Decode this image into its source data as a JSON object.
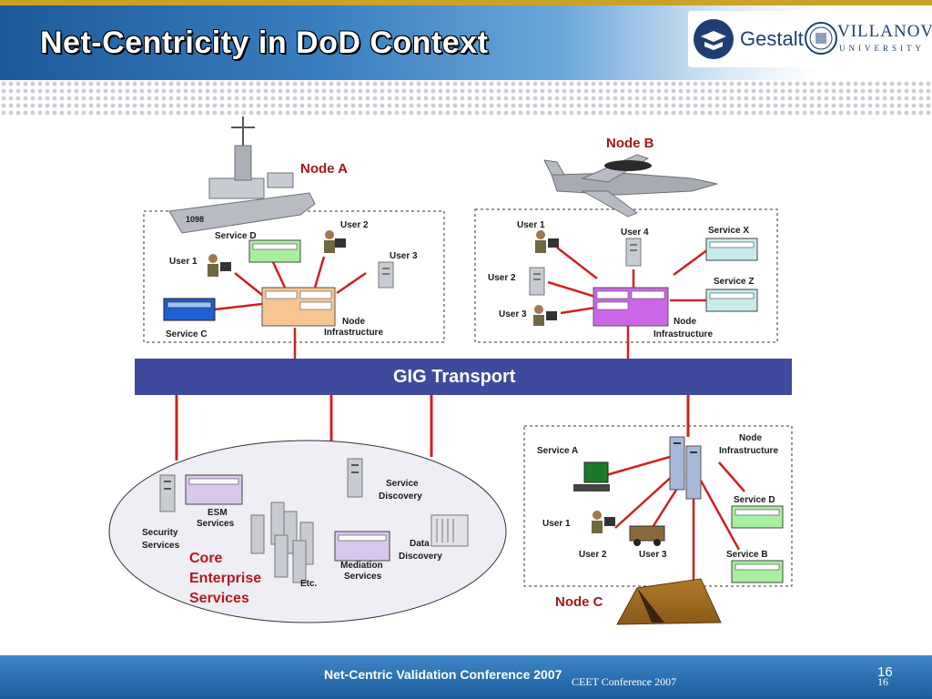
{
  "slide": {
    "title": "Net-Centricity in DoD Context",
    "footer_conference": "Net-Centric Validation Conference 2007",
    "footer_page": "16",
    "footer_overlay": "CEET Conference 2007",
    "footer_overlay_page": "16"
  },
  "logos": {
    "gestalt": "Gestalt",
    "villanova": "VILLANOVA",
    "university": "UNIVERSITY"
  },
  "diagram": {
    "node_a": {
      "title": "Node A",
      "ship_hull_number": "1098",
      "service_d": "Service D",
      "user_2": "User 2",
      "user_1": "User 1",
      "user_3": "User 3",
      "service_c": "Service C",
      "node_infra_line1": "Node",
      "node_infra_line2": "Infrastructure"
    },
    "node_b": {
      "title": "Node B",
      "user_1": "User 1",
      "user_4": "User 4",
      "service_x": "Service X",
      "user_2": "User 2",
      "service_z": "Service Z",
      "user_3": "User 3",
      "node_infra_line1": "Node",
      "node_infra_line2": "Infrastructure"
    },
    "transport": "GIG Transport",
    "core": {
      "title_line1": "Core",
      "title_line2": "Enterprise",
      "title_line3": "Services",
      "esm_line1": "ESM",
      "esm_line2": "Services",
      "security_line1": "Security",
      "security_line2": "Services",
      "service_discovery_line1": "Service",
      "service_discovery_line2": "Discovery",
      "data_discovery_line1": "Data",
      "data_discovery_line2": "Discovery",
      "mediation_line1": "Mediation",
      "mediation_line2": "Services",
      "etc": "Etc."
    },
    "node_c": {
      "title": "Node C",
      "service_a": "Service A",
      "node_infra_line1": "Node",
      "node_infra_line2": "Infrastructure",
      "service_d": "Service D",
      "user_1": "User 1",
      "user_2": "User 2",
      "user_3": "User 3",
      "service_b": "Service B"
    }
  },
  "colors": {
    "header_blue": "#1d5a99",
    "transport_bar": "#3f4a9e",
    "link_red": "#d02020",
    "node_a_infra": "#f6c592",
    "node_b_infra": "#cc66e8",
    "service_green": "#a8f0a0",
    "service_blue": "#1f5fd6",
    "service_lightblue": "#c8ecec",
    "esm_lavender": "#d8c8ec",
    "core_ellipse": "#eeeef4"
  }
}
